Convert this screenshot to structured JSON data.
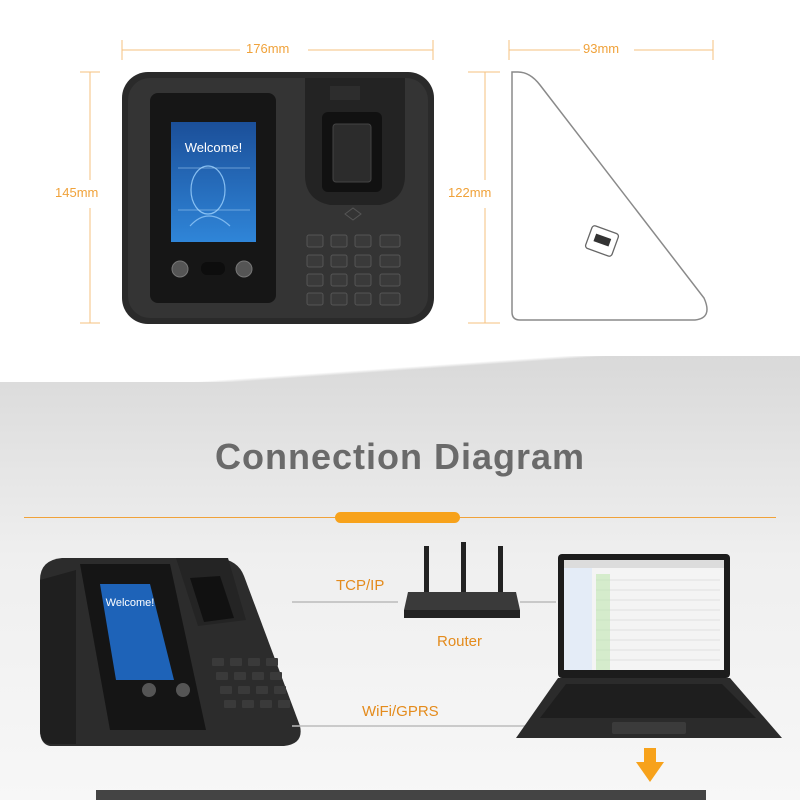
{
  "dimensions": {
    "width_front": "176mm",
    "height_front": "145mm",
    "depth_side": "93mm",
    "height_side": "122mm"
  },
  "device": {
    "screen_text": "Welcome!"
  },
  "diagram": {
    "title": "Connection Diagram",
    "link_tcpip": "TCP/IP",
    "router_label": "Router",
    "link_wireless": "WiFi/GPRS"
  },
  "colors": {
    "accent": "#f0a23a",
    "title_gray": "#6a6a6a",
    "device_body": "#2b2b2b"
  }
}
